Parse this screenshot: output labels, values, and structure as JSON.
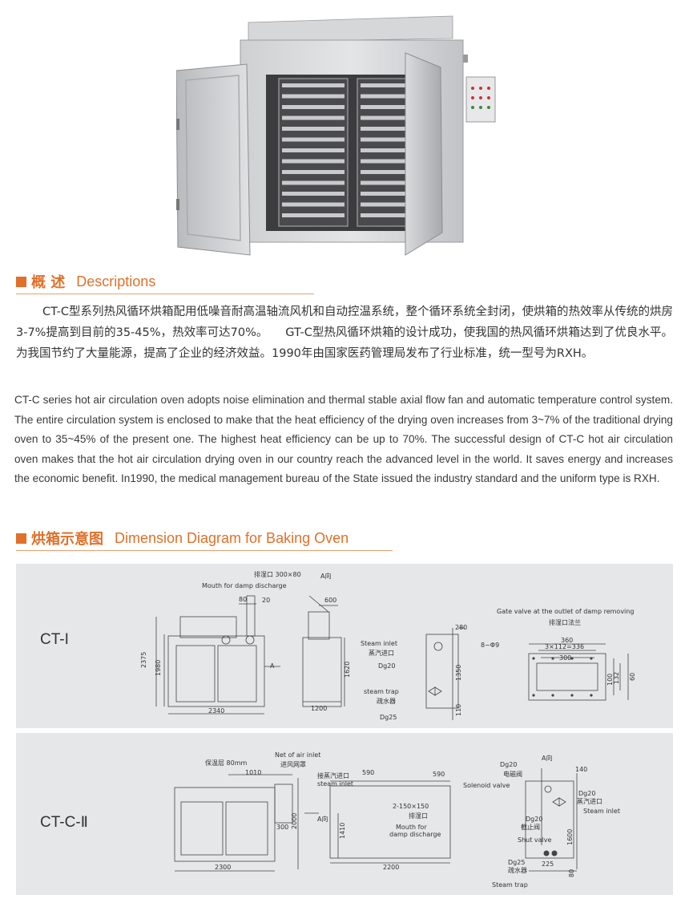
{
  "section1": {
    "title_cn": "概 述",
    "title_en": "Descriptions"
  },
  "description_cn": "CT-C型系列热风循环烘箱配用低噪音耐高温轴流风机和自动控温系统，整个循环系统全封闭，使烘箱的热效率从传统的烘房3-7%提高到目前的35-45%，热效率可达70%。　　GT-C型热风循环烘箱的设计成功，使我国的热风循环烘箱达到了优良水平。 为我国节约了大量能源，提高了企业的经济效益。1990年由国家医药管理局发布了行业标准，统一型号为RXH。",
  "description_en": "CT-C series hot air circulation oven adopts noise elimination and thermal stable axial flow fan and automatic temperature control system. The entire circulation system is enclosed to make that the heat efficiency of the drying oven increases from 3~7% of the traditional drying oven to 35~45% of the present one. The highest heat efficiency can be up to 70%. The successful design of CT-C hot air circulation oven makes that the hot air circulation drying oven in our country reach the advanced level in the world. It saves energy and increases the economic benefit. In1990, the medical management bureau of the State issued the industry standard and the uniform type is RXH.",
  "section2": {
    "title_cn": "烘箱示意图",
    "title_en": "Dimension Diagram for Baking Oven"
  },
  "diagram1": {
    "model": "CT-I",
    "labels": {
      "damp_outlet": "排湿口 300×80",
      "a_view": "A向",
      "mouth_damp": "Mouth for damp discharge",
      "d80": "80",
      "d20": "20",
      "d600": "600",
      "d2375": "2375",
      "d1980": "1980",
      "d2340": "2340",
      "d1620": "1620",
      "d1200": "1200",
      "arrow_a": "A",
      "steam_inlet_en": "Steam inlet",
      "steam_inlet_cn": "蒸汽进口",
      "dg20": "Dg20",
      "steam_trap_en": "steam trap",
      "steam_trap_cn": "疏水器",
      "dg25": "Dg25",
      "d280": "280",
      "d1350": "1350",
      "d110": "110",
      "gate_valve_en": "Gate valve at the outlet of damp removing",
      "gate_valve_cn": "排湿口法兰",
      "holes": "8~Φ9",
      "d360": "360",
      "d3x112": "3×112=336",
      "d300": "300",
      "d100": "100",
      "d132": "132",
      "d60": "60"
    }
  },
  "diagram2": {
    "model": "CT-C-Ⅱ",
    "labels": {
      "insulation": "保温层 80mm",
      "d1010": "1010",
      "air_inlet_en": "Net of air inlet",
      "air_inlet_cn": "进风网罩",
      "d300": "300",
      "d2000": "2000",
      "d2300": "2300",
      "a_view": "A向",
      "steam_in_cn": "接蒸汽进口",
      "steam_in_en": "steam inlet",
      "d590a": "590",
      "d590b": "590",
      "d1410": "1410",
      "holes": "2-150×150",
      "paishi": "排湿口",
      "mouth1": "Mouth for",
      "mouth2": "damp discharge",
      "d2200": "2200",
      "dg20a": "Dg20",
      "solenoid_cn": "电磁阀",
      "a_view2": "A向",
      "d140": "140",
      "solenoid_en": "Solenoid valve",
      "dg20b": "Dg20",
      "steam_in_cn2": "蒸汽进口",
      "steam_in_en2": "Steam inlet",
      "dg20c": "Dg20",
      "shut_cn": "截止阀",
      "shut_en": "Shut valve",
      "d1600": "1600",
      "dg25": "Dg25",
      "trap_cn": "疏水器",
      "d225": "225",
      "d80": "80",
      "trap_en": "Steam trap"
    }
  }
}
